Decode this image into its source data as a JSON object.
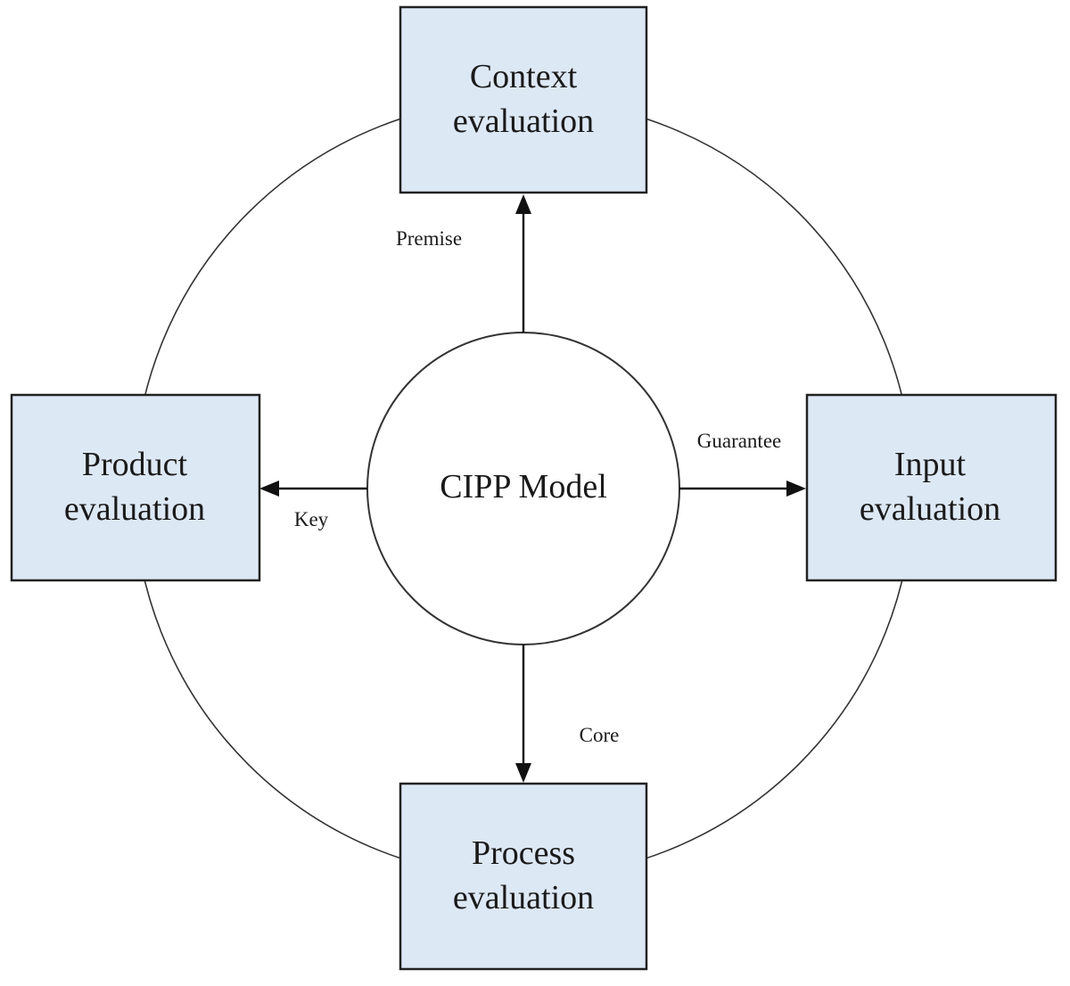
{
  "center": {
    "label": "CIPP Model"
  },
  "boxes": {
    "context": {
      "line1": "Context",
      "line2": "evaluation"
    },
    "input": {
      "line1": "Input",
      "line2": "evaluation"
    },
    "process": {
      "line1": "Process",
      "line2": "evaluation"
    },
    "product": {
      "line1": "Product",
      "line2": "evaluation"
    }
  },
  "edges": {
    "premise": "Premise",
    "guarantee": "Guarantee",
    "core": "Core",
    "key": "Key"
  },
  "colors": {
    "box_fill": "#dde8f5",
    "stroke": "#222222",
    "background": "#ffffff"
  }
}
